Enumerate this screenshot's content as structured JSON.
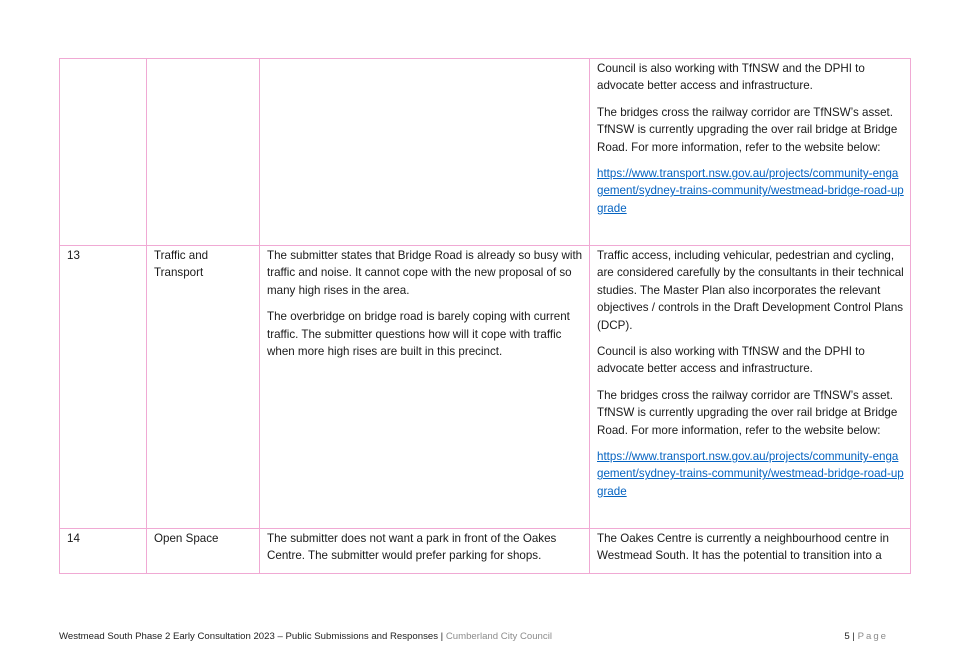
{
  "table": {
    "rows": [
      {
        "id": "",
        "category": "",
        "submission": [],
        "response": [
          "Council is also working with TfNSW and the DPHI to advocate better access and infrastructure.",
          "The bridges cross the railway corridor are TfNSW’s asset. TfNSW is currently upgrading the over rail bridge at Bridge Road. For more information, refer to the website below:"
        ],
        "link": "https://www.transport.nsw.gov.au/projects/community-engagement/sydney-trains-community/westmead-bridge-road-upgrade"
      },
      {
        "id": "13",
        "category": "Traffic and Transport",
        "submission": [
          "The submitter states that Bridge Road is already so busy with traffic and noise. It cannot cope with the new proposal of so many high rises in the area.",
          "The overbridge on bridge road is barely coping with current traffic. The submitter questions how will it cope with traffic when more high rises are built in this precinct."
        ],
        "response": [
          "Traffic access, including vehicular, pedestrian and cycling, are considered carefully by the consultants in their technical studies. The Master Plan also incorporates the relevant objectives / controls in the Draft Development Control Plans (DCP).",
          "Council is also working with TfNSW and the DPHI to advocate better access and infrastructure.",
          "The bridges cross the railway corridor are TfNSW’s asset. TfNSW is currently upgrading the over rail bridge at Bridge Road. For more information, refer to the website below:"
        ],
        "link": "https://www.transport.nsw.gov.au/projects/community-engagement/sydney-trains-community/westmead-bridge-road-upgrade"
      },
      {
        "id": "14",
        "category": "Open Space",
        "submission": [
          "The submitter does not want a park in front of the Oakes Centre. The submitter would prefer parking for shops."
        ],
        "response": [
          "The Oakes Centre is currently a neighbourhood centre in Westmead South. It has the potential to transition into a"
        ],
        "link": ""
      }
    ]
  },
  "footer": {
    "doc_title": "Westmead South Phase 2 Early Consultation 2023 – Public Submissions and Responses",
    "separator": "|",
    "org": "Cumberland City Council",
    "page_number": "5",
    "page_sep": "|",
    "page_word": "Page"
  }
}
